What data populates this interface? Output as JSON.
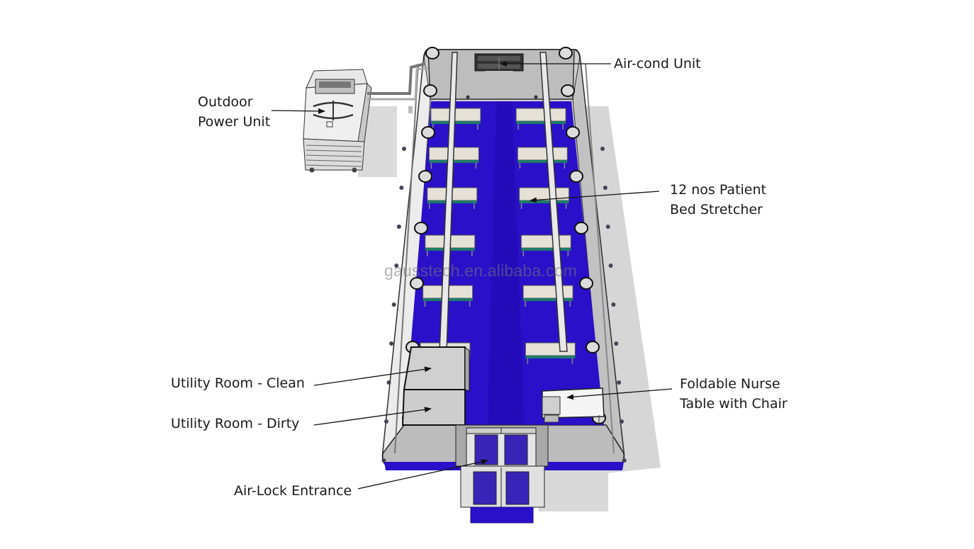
{
  "labels": {
    "aircond": "Air-cond Unit",
    "outdoor_line1": "Outdoor",
    "outdoor_line2": "Power Unit",
    "beds_line1": "12 nos Patient",
    "beds_line2": "Bed Stretcher",
    "utility_clean": "Utility Room - Clean",
    "utility_dirty": "Utility Room - Dirty",
    "nurse_line1": "Foldable Nurse",
    "nurse_line2": "Table with Chair",
    "airlock": "Air-Lock Entrance"
  },
  "watermark": "gausstech.en.alibaba.com",
  "colors": {
    "floor": "#2a10c8",
    "floor_dark": "#1a0a8a",
    "wall": "#d6d6d6",
    "bed_mattress": "#e6e1d6",
    "bed_frame": "#1f7a6a",
    "shadow": "#d4d4d4"
  },
  "bed_count": 12
}
